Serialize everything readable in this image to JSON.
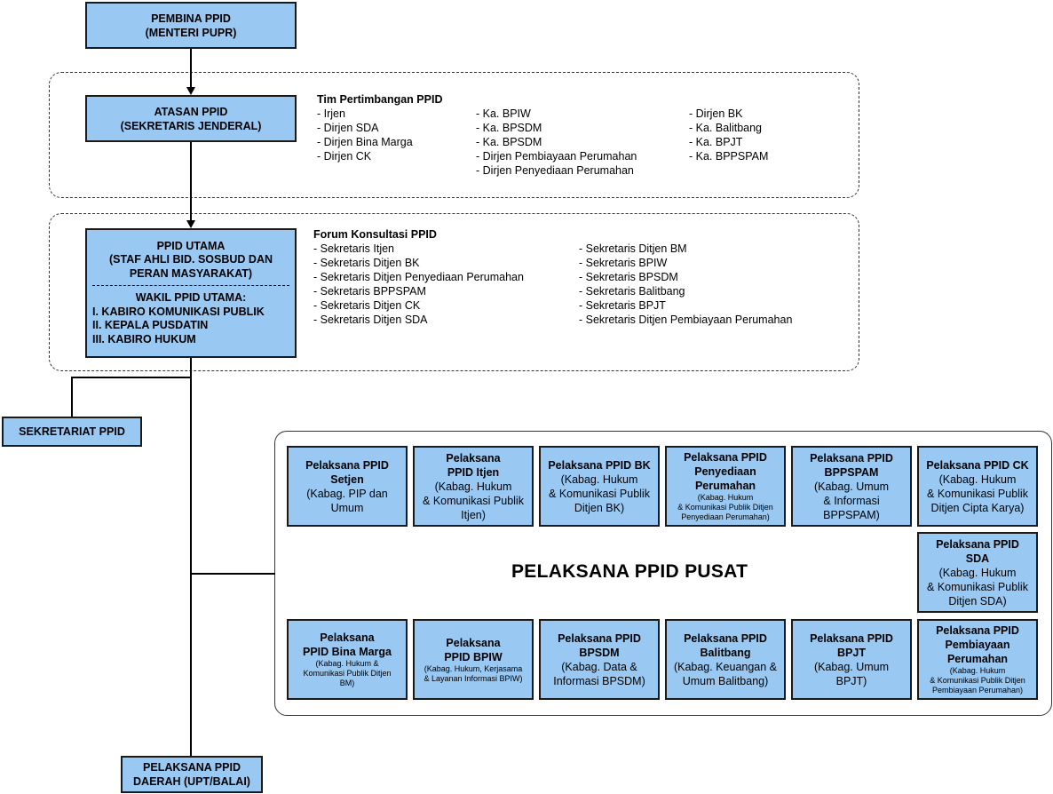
{
  "pembina": {
    "line1": "PEMBINA PPID",
    "line2": "(MENTERI PUPR)"
  },
  "atasan": {
    "line1": "ATASAN PPID",
    "line2": "(SEKRETARIS JENDERAL)"
  },
  "tim": {
    "title": "Tim Pertimbangan PPID",
    "col1": [
      "Irjen",
      "Dirjen SDA",
      "Dirjen Bina Marga",
      "Dirjen CK"
    ],
    "col2": [
      "Ka. BPIW",
      "Ka. BPSDM",
      "Ka. BPSDM",
      "Dirjen Pembiayaan Perumahan",
      "Dirjen Penyediaan Perumahan"
    ],
    "col3": [
      "Dirjen BK",
      "Ka. Balitbang",
      "Ka. BPJT",
      "Ka. BPPSPAM"
    ]
  },
  "utama": {
    "line1": "PPID UTAMA",
    "line2": "(STAF AHLI BID. SOSBUD DAN",
    "line3": "PERAN MASYARAKAT)",
    "wakil_title": "WAKIL PPID UTAMA:",
    "wakil1": "I. KABIRO KOMUNIKASI PUBLIK",
    "wakil2": "II. KEPALA PUSDATIN",
    "wakil3": "III. KABIRO HUKUM"
  },
  "forum": {
    "title": "Forum Konsultasi PPID",
    "col1": [
      "Sekretaris Itjen",
      "Sekretaris Ditjen BK",
      "Sekretaris Ditjen Penyediaan Perumahan",
      "Sekretaris BPPSPAM",
      "Sekretaris Ditjen CK",
      "Sekretaris Ditjen SDA"
    ],
    "col2": [
      "Sekretaris Ditjen BM",
      "Sekretaris BPIW",
      "Sekretaris BPSDM",
      "Sekretaris Balitbang",
      "Sekretaris BPJT",
      "Sekretaris Ditjen Pembiayaan Perumahan"
    ]
  },
  "sekretariat": "SEKRETARIAT PPID",
  "pusat_title": "PELAKSANA PPID PUSAT",
  "pelaksana": {
    "setjen": {
      "t1": "Pelaksana PPID",
      "t2": "Setjen",
      "d1": "(Kabag. PIP dan",
      "d2": "Umum"
    },
    "itjen": {
      "t1": "Pelaksana",
      "t2": "PPID Itjen",
      "d1": "(Kabag. Hukum",
      "d2": "& Komunikasi Publik",
      "d3": "Itjen)"
    },
    "bk": {
      "t1": "Pelaksana PPID BK",
      "d1": "(Kabag. Hukum",
      "d2": "& Komunikasi Publik",
      "d3": "Ditjen BK)"
    },
    "penyediaan": {
      "t1": "Pelaksana PPID",
      "t2": "Penyediaan",
      "t3": "Perumahan",
      "s1": "(Kabag. Hukum",
      "s2": "& Komunikasi Publik Ditjen",
      "s3": "Penyediaan Perumahan)"
    },
    "bppspam": {
      "t1": "Pelaksana PPID",
      "t2": "BPPSPAM",
      "d1": "(Kabag. Umum",
      "d2": "& Informasi",
      "d3": "BPPSPAM)"
    },
    "ck": {
      "t1": "Pelaksana PPID CK",
      "d1": "(Kabag. Hukum",
      "d2": "& Komunikasi Publik",
      "d3": "Ditjen Cipta Karya)"
    },
    "sda": {
      "t1": "Pelaksana PPID",
      "t2": "SDA",
      "d1": "(Kabag. Hukum",
      "d2": "& Komunikasi Publik",
      "d3": "Ditjen SDA)"
    },
    "binamarga": {
      "t1": "Pelaksana",
      "t2": "PPID Bina Marga",
      "s1": "(Kabag. Hukum &",
      "s2": "Komunikasi Publik Ditjen",
      "s3": "BM)"
    },
    "bpiw": {
      "t1": "Pelaksana",
      "t2": "PPID BPIW",
      "s1": "(Kabag. Hukum, Kerjasama",
      "s2": "& Layanan Informasi BPIW)"
    },
    "bpsdm": {
      "t1": "Pelaksana PPID",
      "t2": "BPSDM",
      "d1": "(Kabag. Data &",
      "d2": "Informasi BPSDM)"
    },
    "balitbang": {
      "t1": "Pelaksana PPID",
      "t2": "Balitbang",
      "d1": "(Kabag. Keuangan &",
      "d2": "Umum Balitbang)"
    },
    "bpjt": {
      "t1": "Pelaksana PPID",
      "t2": "BPJT",
      "d1": "(Kabag. Umum",
      "d2": "BPJT)"
    },
    "pembiayaan": {
      "t1": "Pelaksana PPID",
      "t2": "Pembiayaan",
      "t3": "Perumahan",
      "s1": "(Kabag. Hukum",
      "s2": "& Komunikasi Publik Ditjen",
      "s3": "Pembiayaan Perumahan)"
    }
  },
  "daerah": {
    "line1": "PELAKSANA PPID",
    "line2": "DAERAH (UPT/BALAI)"
  }
}
